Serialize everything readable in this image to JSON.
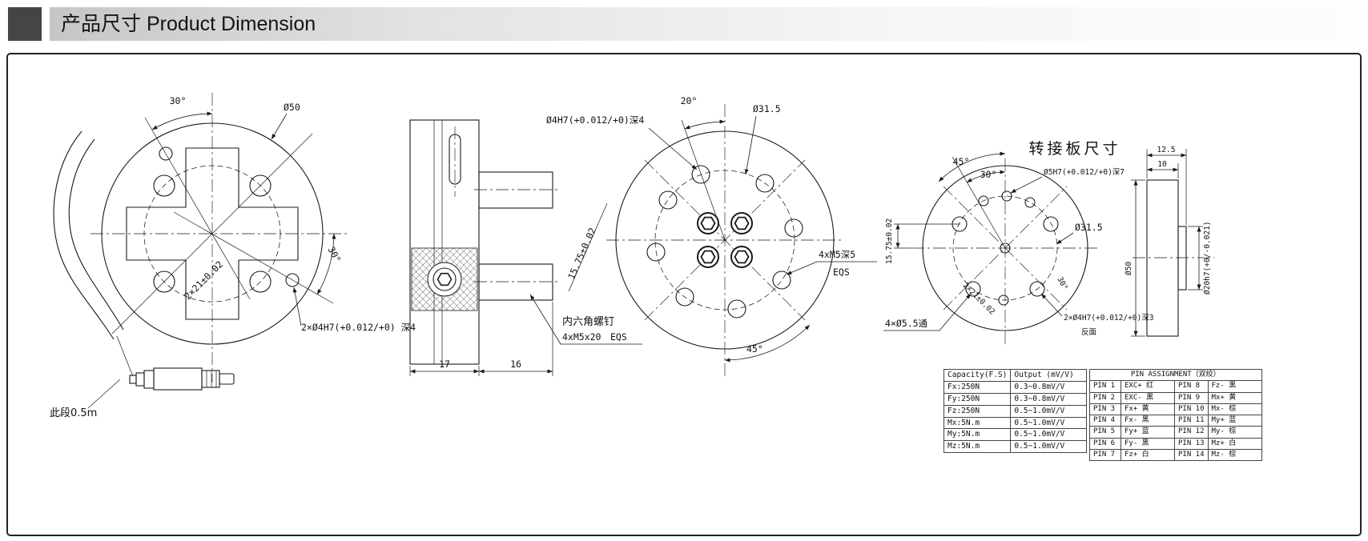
{
  "header": {
    "title": "产品尺寸 Product Dimension"
  },
  "front_view": {
    "angle_top": "30°",
    "diameter": "Ø50",
    "angle_right": "30°",
    "pitch": "2×21±0.02",
    "pin_holes": "2×Ø4H7(+0.012/+0) 深4",
    "cable_note": "此段0.5m"
  },
  "side_view": {
    "dim_width": "17",
    "dim_tab": "16",
    "screw_cn": "内六角螺钉",
    "screw_spec": "4xM5x20",
    "screw_eqs": "EQS"
  },
  "top_view": {
    "angle": "20°",
    "dia_bolt": "Ø31.5",
    "pin_note": "Ø4H7(+0.012/+0)深4",
    "offset": "15.75±0.02",
    "thread_note": "4xM5深5",
    "eqs": "EQS",
    "angle_bottom": "45°"
  },
  "adapter_view": {
    "title": "转接板尺寸",
    "angle_45": "45°",
    "angle_30": "30°",
    "pin5_note": "Ø5H7(+0.012/+0)深7",
    "dia_bolt": "Ø31.5",
    "offset": "15.75±0.02",
    "pitch": "2×21±0.02",
    "through_note": "4×Ø5.5通",
    "pin4_note": "2×Ø4H7(+0.012/+0)深3",
    "back_note": "反面",
    "angle_30_small": "30°"
  },
  "adapter_side_view": {
    "dim_total": "12.5",
    "dim_plate": "10",
    "dia_outer": "Ø50",
    "dia_boss": "Ø20h7(+0/-0.021)"
  },
  "capacity_table": {
    "headers": [
      "Capacity(F.S)",
      "Output (mV/V)"
    ],
    "rows": [
      [
        "Fx:250N",
        "0.3~0.8mV/V"
      ],
      [
        "Fy:250N",
        "0.3~0.8mV/V"
      ],
      [
        "Fz:250N",
        "0.5~1.0mV/V"
      ],
      [
        "Mx:5N.m",
        "0.5~1.0mV/V"
      ],
      [
        "My:5N.m",
        "0.5~1.0mV/V"
      ],
      [
        "Mz:5N.m",
        "0.5~1.0mV/V"
      ]
    ]
  },
  "pin_table": {
    "title": "PIN ASSIGNMENT（双绞）",
    "rows": [
      [
        "PIN 1",
        "EXC+ 红",
        "PIN 8",
        "Fz- 黑"
      ],
      [
        "PIN 2",
        "EXC- 黑",
        "PIN 9",
        "Mx+ 黄"
      ],
      [
        "PIN 3",
        "Fx+ 黄",
        "PIN 10",
        "Mx- 棕"
      ],
      [
        "PIN 4",
        "Fx- 黑",
        "PIN 11",
        "My+ 蓝"
      ],
      [
        "PIN 5",
        "Fy+ 蓝",
        "PIN 12",
        "My- 棕"
      ],
      [
        "PIN 6",
        "Fy- 黑",
        "PIN 13",
        "Mz+ 白"
      ],
      [
        "PIN 7",
        "Fz+ 白",
        "PIN 14",
        "Mz- 棕"
      ]
    ]
  }
}
